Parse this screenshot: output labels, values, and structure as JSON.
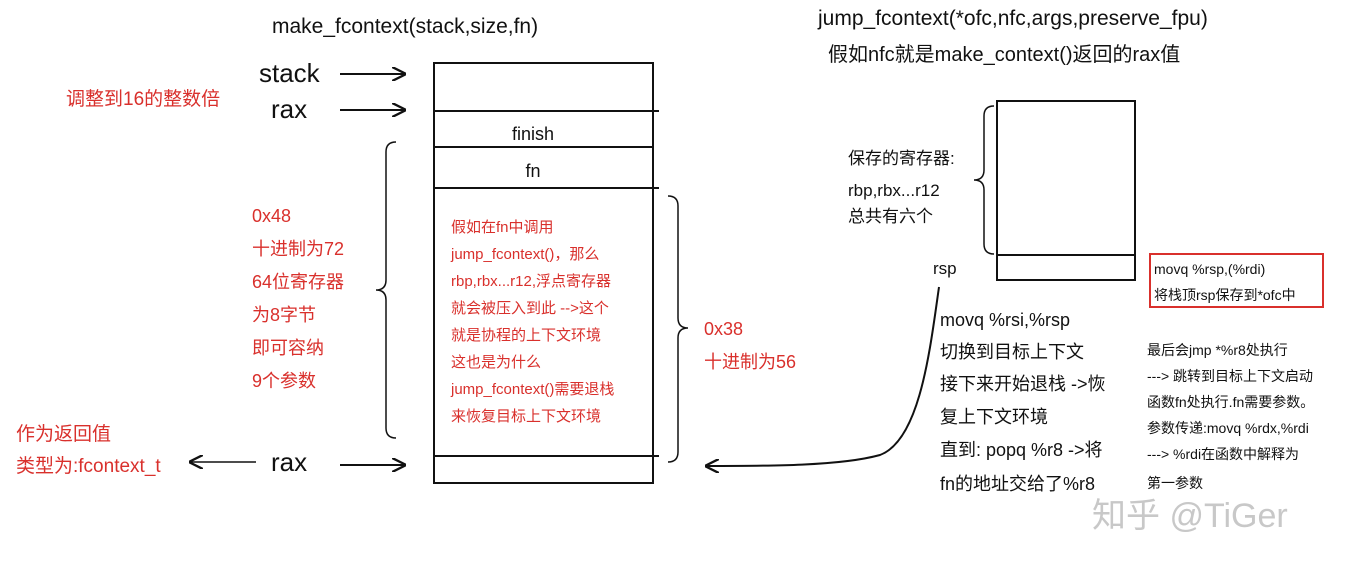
{
  "colors": {
    "text": "#111111",
    "annotation_red": "#d9302c",
    "highlight_border": "#d9302c",
    "watermark": "#c8c8c8"
  },
  "left": {
    "title": "make_fcontext(stack,size,fn)",
    "label_stack": "stack",
    "label_rax_top": "rax",
    "label_rax_bottom": "rax",
    "align_note": "调整到16的整数倍",
    "return_note": [
      "作为返回值",
      "类型为:fcontext_t"
    ],
    "stack_cells": {
      "finish": "finish",
      "fn": "fn"
    },
    "inner_note": [
      "假如在fn中调用",
      "jump_fcontext()，那么",
      "rbp,rbx...r12,浮点寄存器",
      "就会被压入到此 -->这个",
      "就是协程的上下文环境",
      "这也是为什么",
      "jump_fcontext()需要退栈",
      "来恢复目标上下文环境"
    ],
    "size_note_left": [
      "0x48",
      "十进制为72",
      "64位寄存器",
      "为8字节",
      "即可容纳",
      "9个参数"
    ],
    "size_note_right": [
      "0x38",
      "十进制为56"
    ]
  },
  "right": {
    "title": "jump_fcontext(*ofc,nfc,args,preserve_fpu)",
    "subtitle": "假如nfc就是make_context()返回的rax值",
    "saved_regs": [
      "保存的寄存器:",
      "rbp,rbx...r12",
      "总共有六个"
    ],
    "label_rsp": "rsp",
    "highlight": [
      "movq %rsp,(%rdi)",
      "将栈顶rsp保存到*ofc中"
    ],
    "switch_note": [
      "movq %rsi,%rsp",
      "切换到目标上下文",
      "接下来开始退栈 ->恢",
      "复上下文环境",
      "直到: popq %r8 ->将",
      "fn的地址交给了%r8"
    ],
    "final_note": [
      "最后会jmp *%r8处执行",
      "---> 跳转到目标上下文启动",
      "函数fn处执行.fn需要参数。",
      "参数传递:movq %rdx,%rdi",
      "---> %rdi在函数中解释为",
      "第一参数"
    ]
  },
  "watermark": "知乎 @TiGer"
}
